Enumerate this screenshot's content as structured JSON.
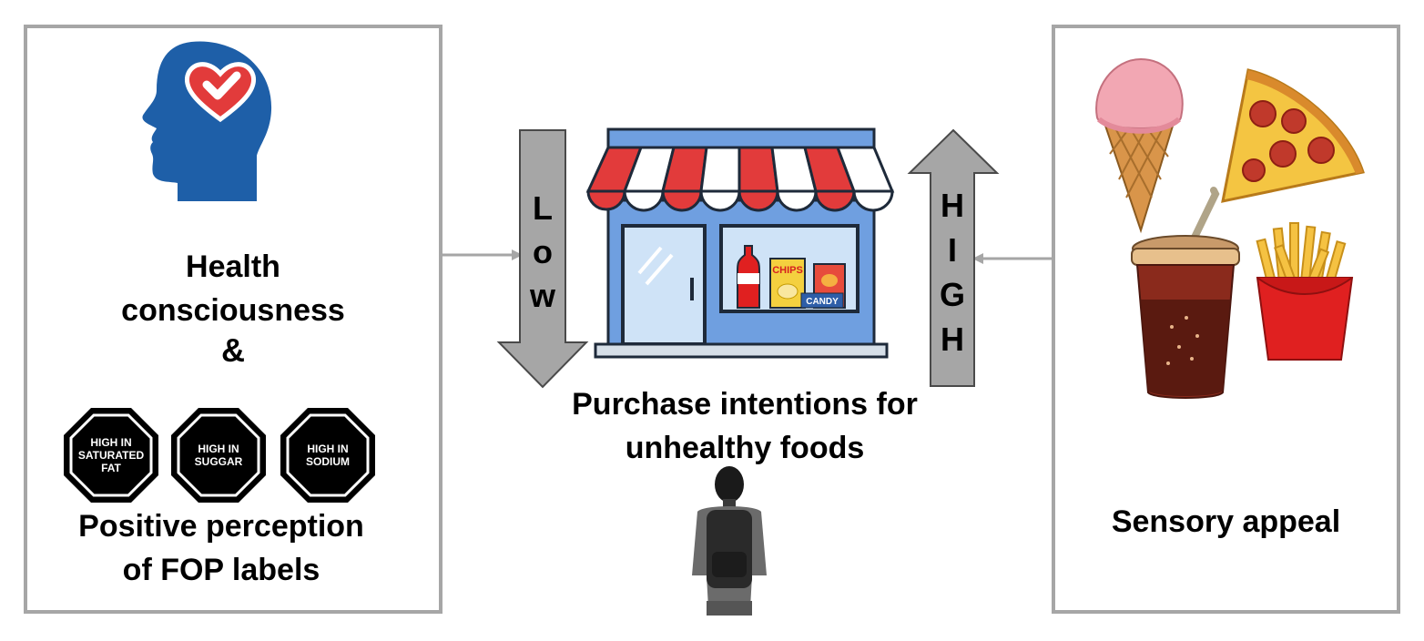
{
  "left": {
    "health_label_line1": "Health",
    "health_label_line2": "consciousness",
    "ampersand": "&",
    "fop_badges": [
      {
        "line1": "HIGH IN",
        "line2": "SATURATED",
        "line3": "FAT"
      },
      {
        "line1": "HIGH IN",
        "line2": "SUGGAR",
        "line3": ""
      },
      {
        "line1": "HIGH IN",
        "line2": "SODIUM",
        "line3": ""
      }
    ],
    "fop_label_line1": "Positive perception",
    "fop_label_line2": "of FOP labels"
  },
  "center": {
    "low_letters": [
      "L",
      "o",
      "w"
    ],
    "high_letters": [
      "H",
      "I",
      "G",
      "H"
    ],
    "store_items": {
      "chips": "CHIPS",
      "candy": "CANDY"
    },
    "label_line1": "Purchase intentions for",
    "label_line2": "unhealthy foods"
  },
  "right": {
    "sensory_label": "Sensory appeal"
  },
  "colors": {
    "border": "#a6a6a6",
    "arrow_fill": "#a6a6a6",
    "head_blue": "#1e5fa8",
    "heart_red": "#e23b3b",
    "store_blue": "#6f9fe0",
    "awning_red": "#e23b3b"
  },
  "icons": [
    "head-heart-icon",
    "store-icon",
    "person-icon",
    "ice-cream-icon",
    "pizza-icon",
    "soda-cup-icon",
    "fries-icon"
  ]
}
